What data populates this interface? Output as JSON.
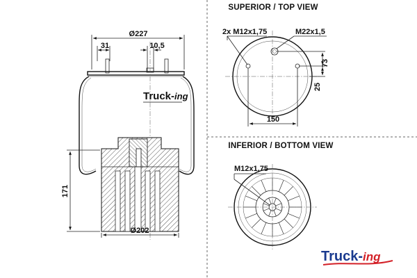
{
  "side_view": {
    "dim_top_diameter": "Ø227",
    "dim_stud_offset": "31",
    "dim_port_width": "10,5",
    "dim_height": "171",
    "dim_bottom_diameter": "Ø202",
    "bellow_logo": {
      "main": "Truck-",
      "accent": "ing"
    }
  },
  "top_view": {
    "title": "SUPERIOR / TOP VIEW",
    "label_studs": "2x M12x1,75",
    "label_port": "M22x1,5",
    "dim_width": "150",
    "dim_vertical_a": "73",
    "dim_vertical_b": "25"
  },
  "bottom_view": {
    "title": "INFERIOR / BOTTOM VIEW",
    "label_thread": "M12x1,75"
  },
  "brand_logo": {
    "main": "Truck-",
    "accent": "ing"
  },
  "colors": {
    "logo_blue": "#1a3a8f",
    "logo_red": "#d32027",
    "ink": "#111111"
  }
}
